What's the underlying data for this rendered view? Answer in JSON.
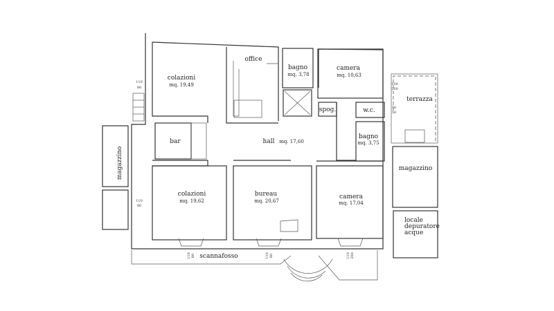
{
  "rooms": {
    "colazioni_top": {
      "name": "colazioni",
      "area": "mq. 19,49"
    },
    "office": {
      "name": "office"
    },
    "bagno_top": {
      "name": "bagno",
      "area": "mq.  3,78"
    },
    "camera_top": {
      "name": "camera",
      "area": "mq. 10,63"
    },
    "terrazza": {
      "name": "terrazza"
    },
    "spog": {
      "name": "spog."
    },
    "wc": {
      "name": "w.c."
    },
    "bar": {
      "name": "bar"
    },
    "hall": {
      "name": "hall",
      "area": "mq. 17,60"
    },
    "bagno_right": {
      "name": "bagno",
      "area": "mq.  3,75"
    },
    "magazzino_left": {
      "name": "magazzino"
    },
    "magazzino_right": {
      "name": "magazzino"
    },
    "colazioni_bottom": {
      "name": "colazioni",
      "area": "mq. 19,62"
    },
    "bureau": {
      "name": "bureau",
      "area": "mq. 20,67"
    },
    "camera_bottom": {
      "name": "camera",
      "area": "mq. 17,04"
    },
    "locale": {
      "line1": "locale",
      "line2": "depuratore",
      "line3": "acque"
    },
    "scannafosso": {
      "name": "scannafosso"
    }
  },
  "dimensions": {
    "w1": {
      "a": "110",
      "b": "80"
    },
    "w2": {
      "a": "110",
      "b": "80"
    },
    "w3": {
      "a": "100",
      "b": "200"
    },
    "w4": {
      "a": "50",
      "b": "50"
    },
    "w5": {
      "a": "110",
      "b": "80"
    },
    "w6": {
      "a": "110",
      "b": "80"
    },
    "w7": {
      "a": "110",
      "b": "200"
    }
  }
}
